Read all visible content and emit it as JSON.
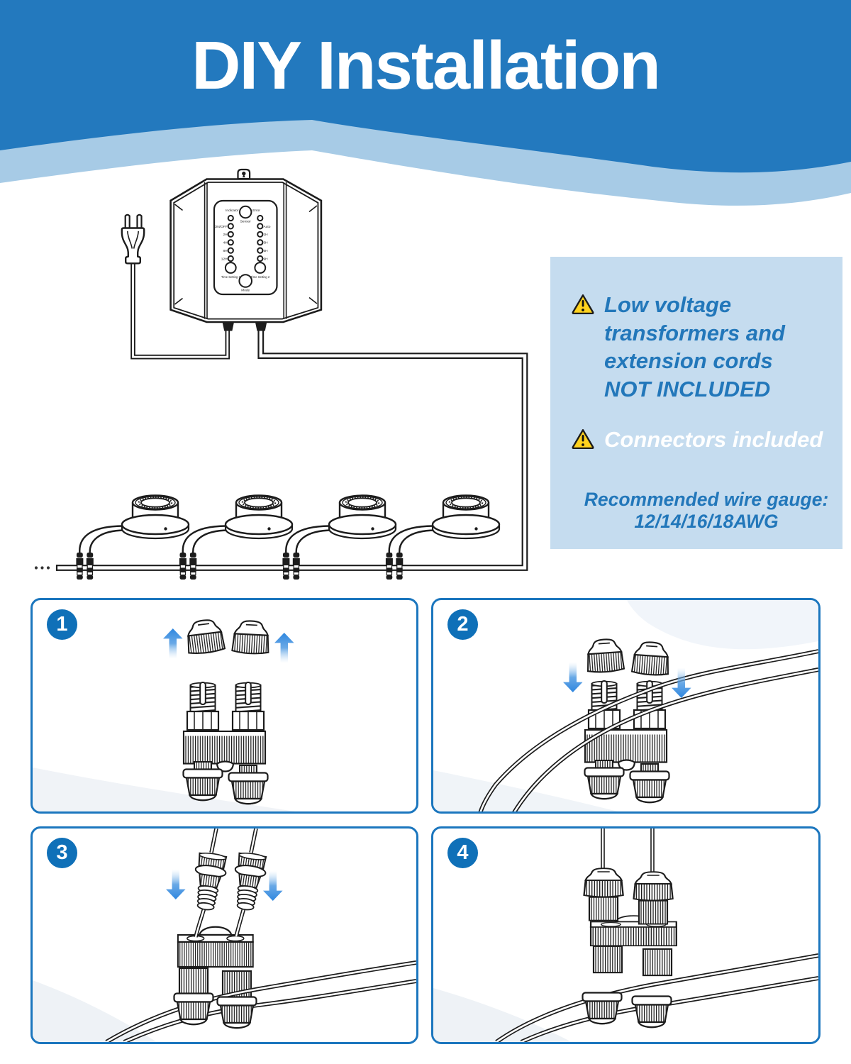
{
  "header": {
    "title": "DIY Installation",
    "bg_color": "#2379be",
    "wave_color": "#a7cbe6"
  },
  "device": {
    "indicator_label": "Indicator",
    "sensor_label": "Sensor",
    "error_label": "Error",
    "left_leds": [
      "ON/OFF",
      "2H",
      "4H",
      "8H",
      "12H"
    ],
    "right_leds": [
      "Auto",
      "1H",
      "3H",
      "5H",
      "9H"
    ],
    "time_setting_1_label": "Time Setting 1",
    "time_setting_2_label": "Time Setting 2",
    "mode_label": "Mode"
  },
  "info_panel": {
    "bg_color": "#c5dcef",
    "text_color": "#2277ba",
    "warning1_icon": "warning-triangle",
    "warning1_line1": "Low voltage",
    "warning1_line2": "transformers and",
    "warning1_line3": "extension cords",
    "warning1_line4": "NOT INCLUDED",
    "warning2_icon": "warning-triangle",
    "warning2_text": "Connectors included",
    "recommend_line1": "Recommended wire gauge:",
    "recommend_line2": "12/14/16/18AWG"
  },
  "steps": [
    {
      "number": "1"
    },
    {
      "number": "2"
    },
    {
      "number": "3"
    },
    {
      "number": "4"
    }
  ]
}
